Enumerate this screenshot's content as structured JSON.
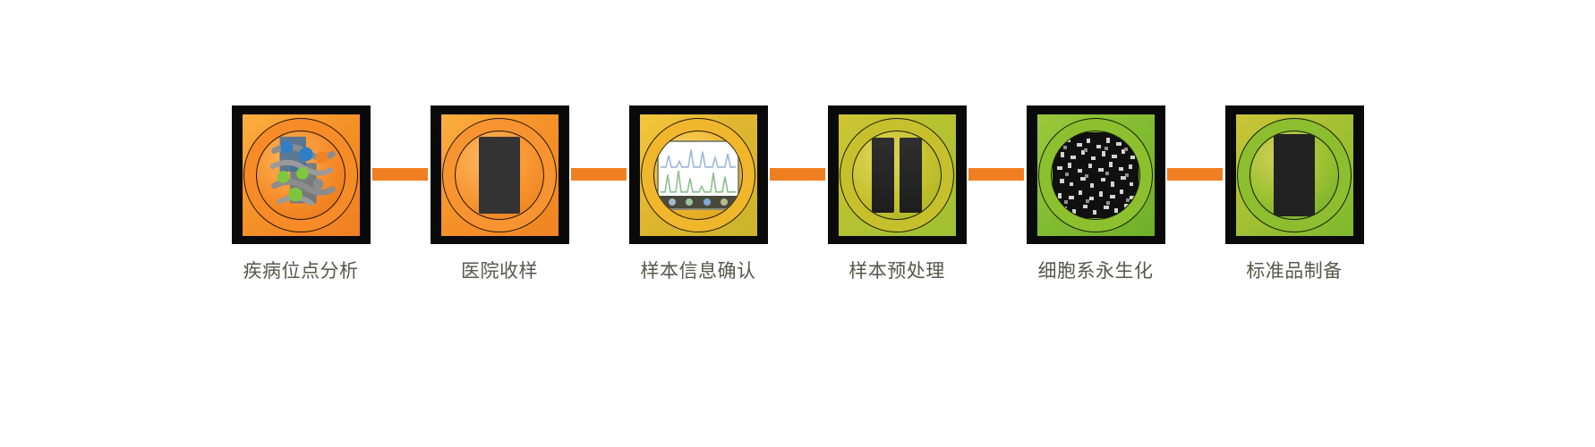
{
  "diagram": {
    "type": "horizontal-process-flow",
    "orientation": "left-to-right",
    "step_count": 6,
    "connector_color": "#f07f22",
    "label_color": "#58564e",
    "background_color": "#ffffff",
    "frame_color": "#0a0a0a"
  },
  "steps": [
    {
      "index": 1,
      "label": "疾病位点分析",
      "icon_name": "dna-analysis-icon",
      "ring_color_start": "#f68b28",
      "ring_color_end": "#ef7f1a",
      "plate_color_start": "#fbb040",
      "plate_color_end": "#f07f22"
    },
    {
      "index": 2,
      "label": "医院收样",
      "icon_name": "hospital-sample-collection-icon",
      "ring_color_start": "#f79431",
      "ring_color_end": "#ef7f1a",
      "plate_color_start": "#fbb040",
      "plate_color_end": "#f08423"
    },
    {
      "index": 3,
      "label": "样本信息确认",
      "icon_name": "sample-info-confirmation-icon",
      "ring_color_start": "#f0b62c",
      "ring_color_end": "#d9a321",
      "plate_color_start": "#f5c63c",
      "plate_color_end": "#c9b52c"
    },
    {
      "index": 4,
      "label": "样本预处理",
      "icon_name": "sample-pretreatment-icon",
      "ring_color_start": "#d7c02a",
      "ring_color_end": "#b8bf2c",
      "plate_color_start": "#cfc433",
      "plate_color_end": "#9fc133"
    },
    {
      "index": 5,
      "label": "细胞系永生化",
      "icon_name": "cell-line-immortalization-icon",
      "ring_color_start": "#8cc02f",
      "ring_color_end": "#6aab28",
      "plate_color_start": "#9bc93a",
      "plate_color_end": "#6faf2a"
    },
    {
      "index": 6,
      "label": "标准品制备",
      "icon_name": "standard-preparation-icon",
      "ring_color_start": "#7fbb2d",
      "ring_color_end": "#6aab28",
      "plate_color_start": "#cdc438",
      "plate_color_end": "#7cb92e"
    }
  ],
  "connectors": [
    {
      "index": 1,
      "between": "疾病位点分析 → 医院收样"
    },
    {
      "index": 2,
      "between": "医院收样 → 样本信息确认"
    },
    {
      "index": 3,
      "between": "样本信息确认 → 样本预处理"
    },
    {
      "index": 4,
      "between": "样本预处理 → 细胞系永生化"
    },
    {
      "index": 5,
      "between": "细胞系永生化 → 标准品制备"
    }
  ],
  "artwork": {
    "chromatogram": {
      "upper_trace_color": "#9fb8d8",
      "lower_trace_color": "#8dbf8d",
      "dot_colors": [
        "#a8b6c9",
        "#9cc49c",
        "#7fa8d4",
        "#b9b98f"
      ]
    },
    "dna_palette": {
      "strand": "#8c8c8c",
      "node_blue": "#2f7fc4",
      "node_green": "#7ec63f",
      "node_orange": "#f08423",
      "panel": "#3f6f9e"
    }
  }
}
